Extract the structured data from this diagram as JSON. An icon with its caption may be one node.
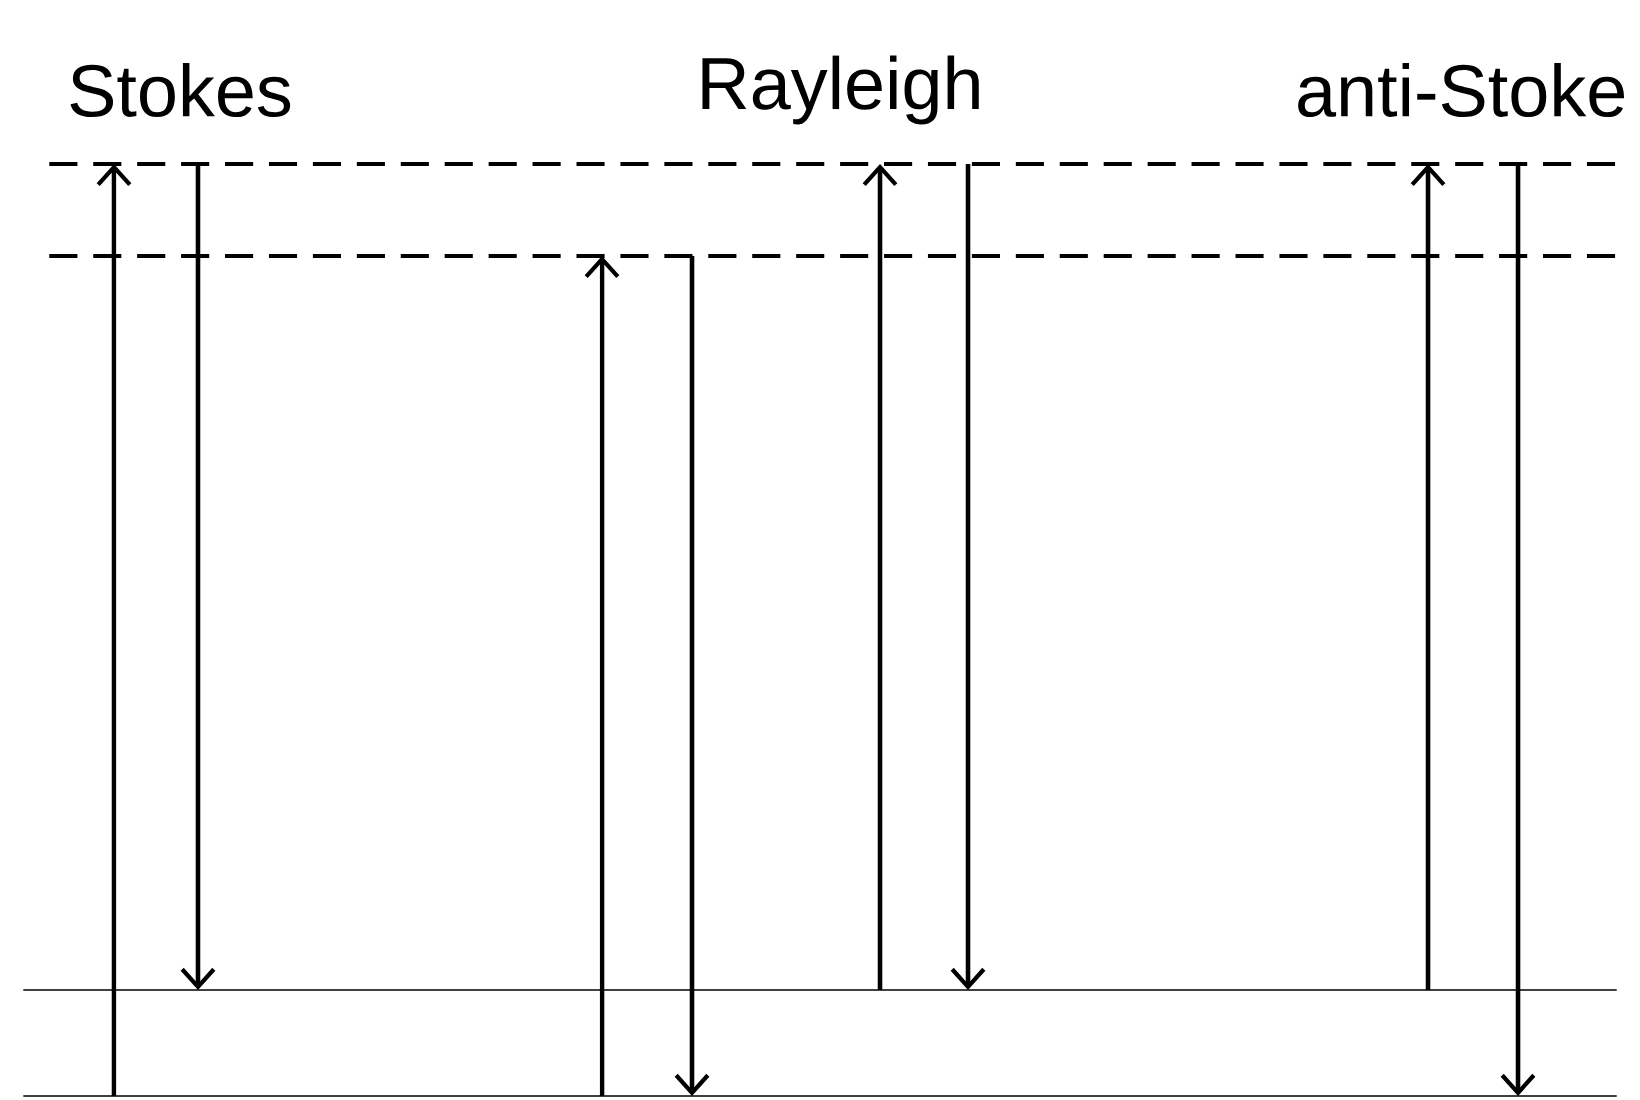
{
  "diagram": {
    "nodes": [
      {
        "text": [],
        "shape": "line"
      },
      {
        "text": [],
        "shape": "line"
      },
      {
        "text": [],
        "shape": "line"
      },
      {
        "text": [],
        "shape": "line"
      }
    ],
    "edges": [
      {
        "from": 3,
        "to": 0,
        "arrow": "to"
      },
      {
        "from": 0,
        "to": 2,
        "arrow": "to"
      },
      {
        "from": 3,
        "to": 1,
        "arrow": "to"
      },
      {
        "from": 1,
        "to": 3,
        "arrow": "to"
      },
      {
        "from": 2,
        "to": 0,
        "arrow": "to"
      },
      {
        "from": 0,
        "to": 2,
        "arrow": "to"
      },
      {
        "from": 2,
        "to": 0,
        "arrow": "to"
      },
      {
        "from": 0,
        "to": 3,
        "arrow": "to"
      }
    ],
    "labels": [
      "Stokes",
      "Rayleigh",
      "anti-Stoke"
    ]
  }
}
